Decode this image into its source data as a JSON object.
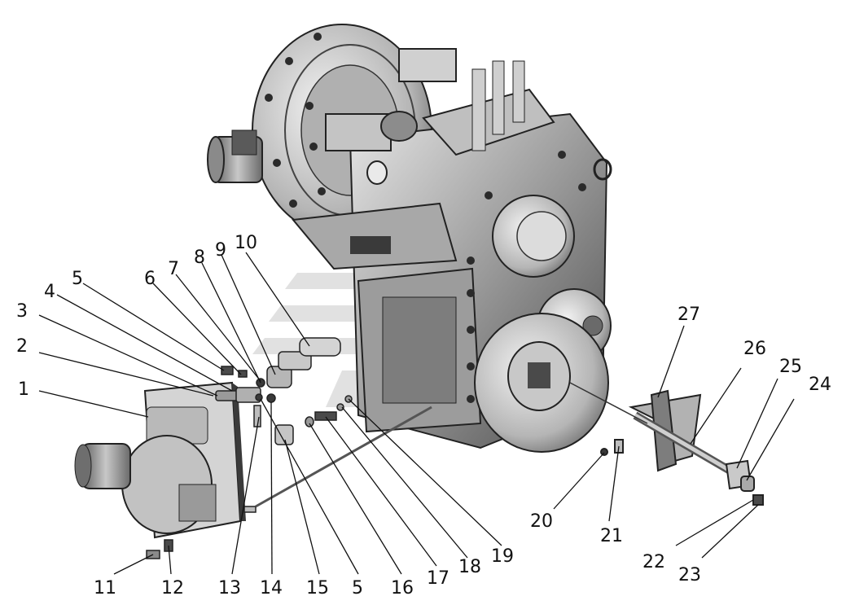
{
  "callouts": [
    "1",
    "2",
    "3",
    "4",
    "5",
    "6",
    "7",
    "8",
    "9",
    "10",
    "11",
    "12",
    "13",
    "14",
    "15",
    "5",
    "16",
    "17",
    "18",
    "19",
    "20",
    "21",
    "22",
    "23",
    "24",
    "25",
    "26",
    "27"
  ],
  "colors": {
    "line": "#111111",
    "metal_dark": "#2b2b2b",
    "metal_mid": "#7a7a7a",
    "metal_light": "#cfcfcf",
    "watermark": "#d9d9d9"
  }
}
